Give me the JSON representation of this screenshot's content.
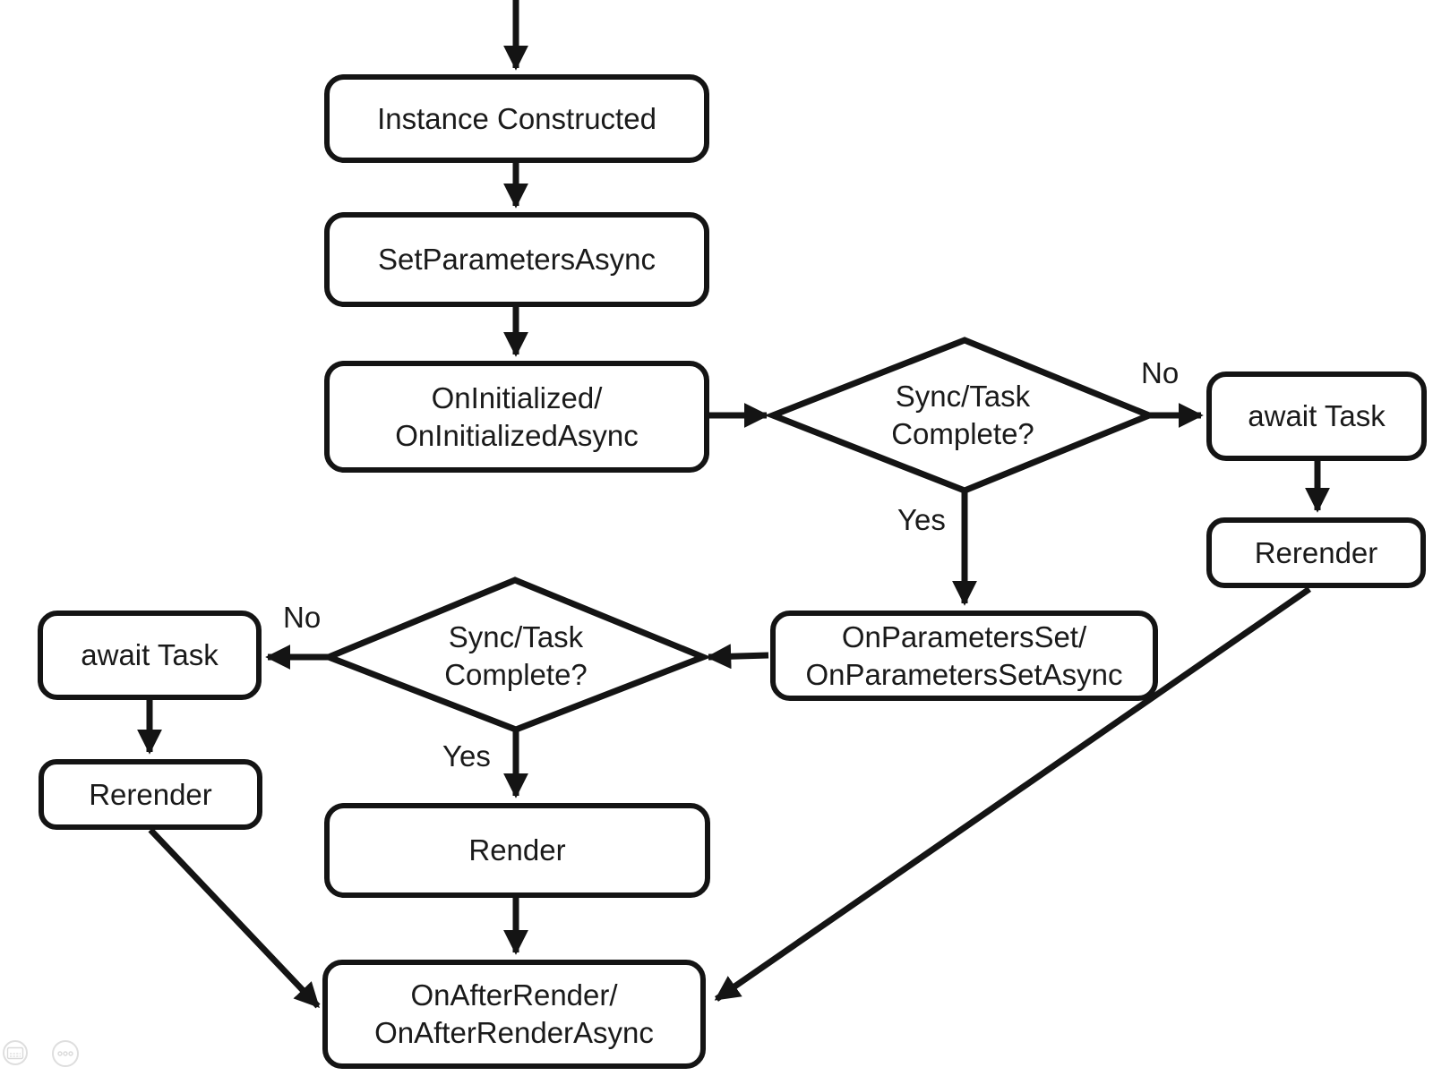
{
  "diagram": {
    "nodes": {
      "instance_constructed": "Instance Constructed",
      "set_parameters_async": "SetParametersAsync",
      "on_initialized": "OnInitialized/\nOnInitializedAsync",
      "decision_1": "Sync/Task\nComplete?",
      "await_task_right": "await Task",
      "rerender_right": "Rerender",
      "on_parameters_set": "OnParametersSet/\nOnParametersSetAsync",
      "decision_2": "Sync/Task\nComplete?",
      "await_task_left": "await Task",
      "rerender_left": "Rerender",
      "render": "Render",
      "on_after_render": "OnAfterRender/\nOnAfterRenderAsync"
    },
    "edge_labels": {
      "no_1": "No",
      "yes_1": "Yes",
      "no_2": "No",
      "yes_2": "Yes"
    },
    "colors": {
      "ink": "#141414",
      "background": "#ffffff",
      "overlay_icon": "#d9d9d9"
    }
  },
  "overlay": {
    "buttons": [
      "keyboard-icon",
      "ellipsis-icon"
    ]
  }
}
